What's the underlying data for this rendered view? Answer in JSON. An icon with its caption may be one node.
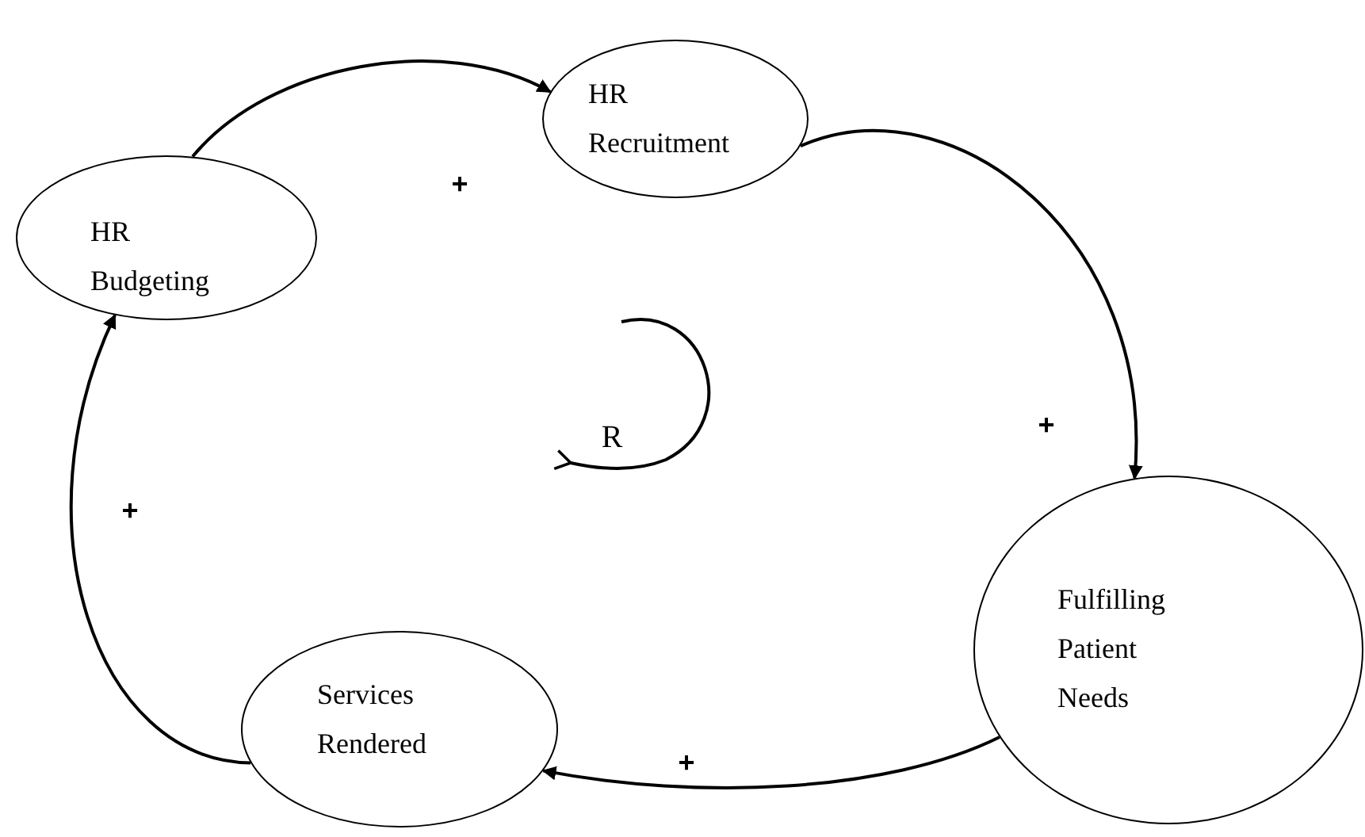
{
  "diagram": {
    "nodes": [
      {
        "text": [
          "HR Budgeting"
        ]
      },
      {
        "text": [
          "HR Recruitment"
        ]
      },
      {
        "text": [
          "Fulfilling Patient Needs"
        ]
      },
      {
        "text": [
          "Services Rendered"
        ]
      }
    ],
    "edges": [
      {
        "from": 0,
        "to": 1,
        "arrow": "to",
        "label": "+"
      },
      {
        "from": 1,
        "to": 2,
        "arrow": "to",
        "label": "+"
      },
      {
        "from": 2,
        "to": 3,
        "arrow": "to",
        "label": "+"
      },
      {
        "from": 3,
        "to": 0,
        "arrow": "to",
        "label": "+"
      }
    ],
    "labels": [
      "R"
    ]
  }
}
